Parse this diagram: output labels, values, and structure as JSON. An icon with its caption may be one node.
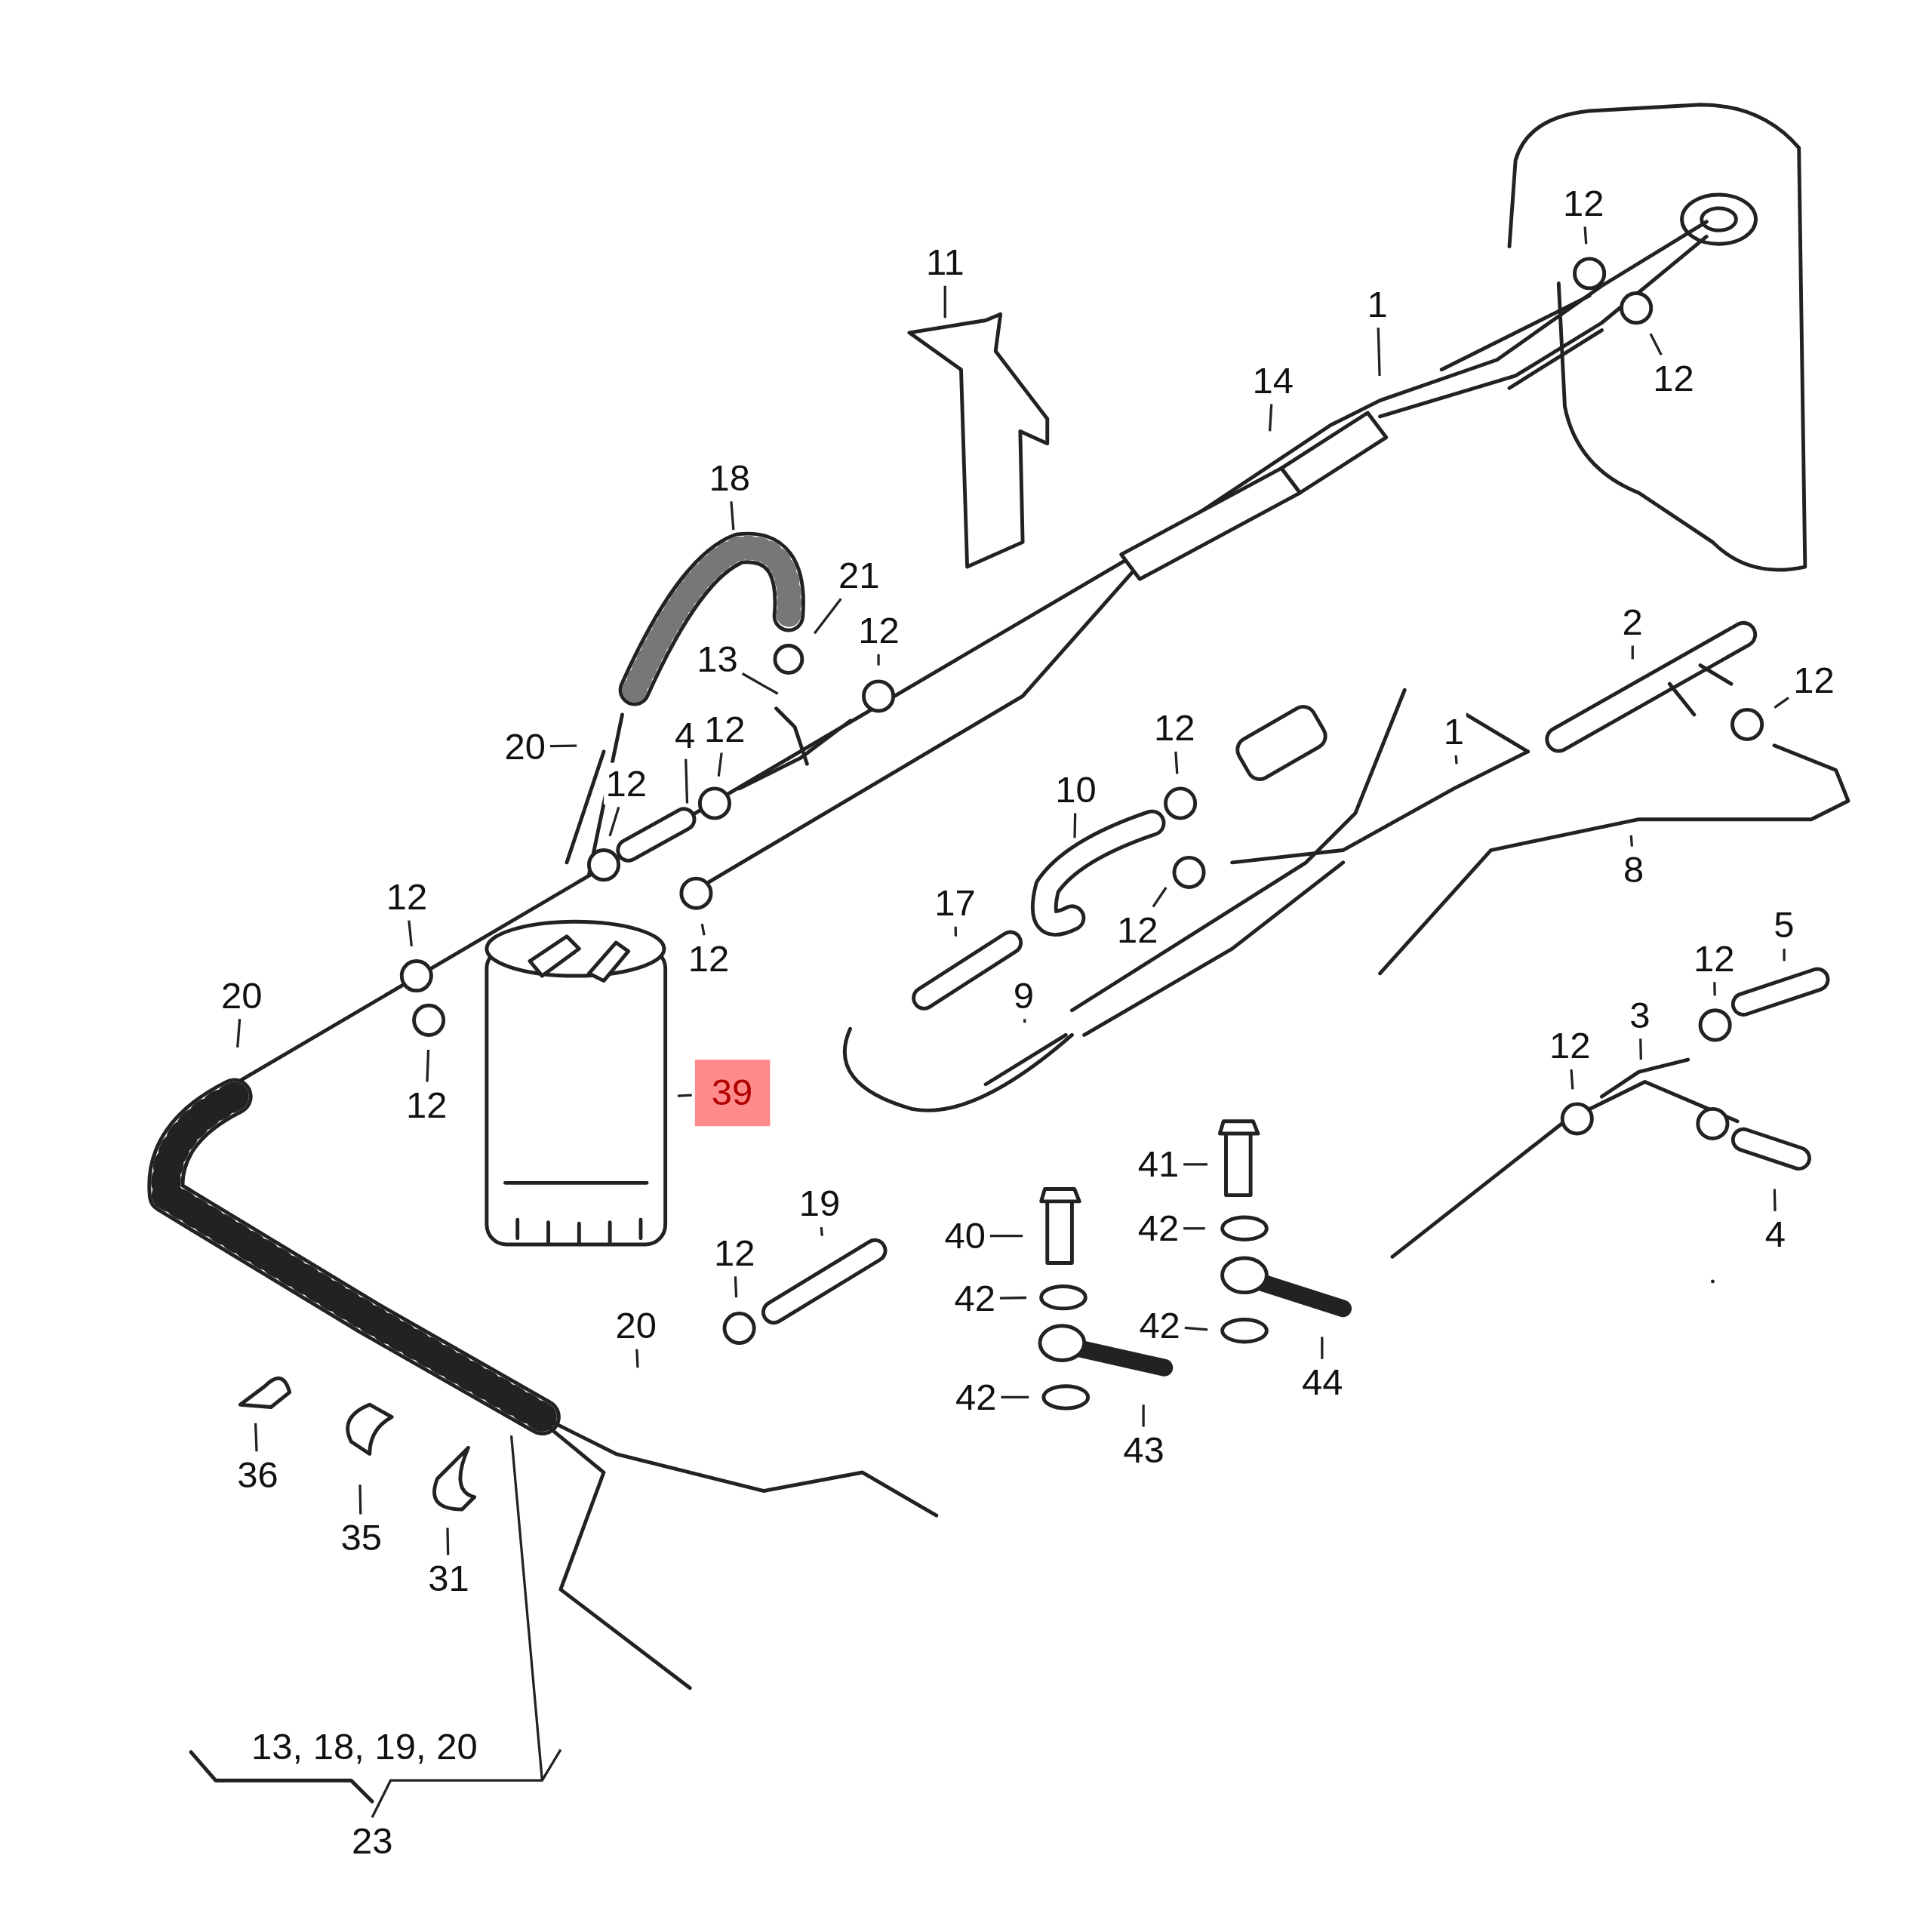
{
  "diagram": {
    "nodes": [
      {
        "text": [
          "11"
        ]
      },
      {
        "text": [
          "12"
        ]
      },
      {
        "text": [
          "1"
        ]
      },
      {
        "text": [
          "12"
        ]
      },
      {
        "text": [
          "14"
        ]
      },
      {
        "text": [
          "18"
        ]
      },
      {
        "text": [
          "21"
        ]
      },
      {
        "text": [
          "12"
        ]
      },
      {
        "text": [
          "13"
        ]
      },
      {
        "text": [
          "2"
        ]
      },
      {
        "text": [
          "12"
        ]
      },
      {
        "text": [
          "20"
        ]
      },
      {
        "text": [
          "4"
        ]
      },
      {
        "text": [
          "12"
        ]
      },
      {
        "text": [
          "12"
        ]
      },
      {
        "text": [
          "1"
        ]
      },
      {
        "text": [
          "12"
        ]
      },
      {
        "text": [
          "10"
        ]
      },
      {
        "text": [
          "8"
        ]
      },
      {
        "text": [
          "12"
        ]
      },
      {
        "text": [
          "17"
        ]
      },
      {
        "text": [
          "12"
        ]
      },
      {
        "text": [
          "5"
        ]
      },
      {
        "text": [
          "12"
        ]
      },
      {
        "text": [
          "20"
        ]
      },
      {
        "text": [
          "9"
        ]
      },
      {
        "text": [
          "3"
        ]
      },
      {
        "text": [
          "12"
        ]
      },
      {
        "text": [
          "39"
        ]
      },
      {
        "text": [
          "12"
        ]
      },
      {
        "text": [
          "41"
        ]
      },
      {
        "text": [
          "19"
        ]
      },
      {
        "text": [
          "12"
        ]
      },
      {
        "text": [
          "4"
        ]
      },
      {
        "text": [
          "42"
        ]
      },
      {
        "text": [
          "40"
        ]
      },
      {
        "text": [
          "12"
        ]
      },
      {
        "text": [
          "42"
        ]
      },
      {
        "text": [
          "20"
        ]
      },
      {
        "text": [
          "42"
        ]
      },
      {
        "text": [
          "44"
        ]
      },
      {
        "text": [
          "42"
        ]
      },
      {
        "text": [
          "43"
        ]
      },
      {
        "text": [
          "36"
        ]
      },
      {
        "text": [
          "35"
        ]
      },
      {
        "text": [
          "31"
        ]
      },
      {
        "text": [
          "23"
        ]
      }
    ],
    "edges": [
      {
        "from": 0,
        "to": null,
        "arrow": "none"
      },
      {
        "from": 1,
        "to": null,
        "arrow": "none"
      },
      {
        "from": 2,
        "to": null,
        "arrow": "none"
      },
      {
        "from": 3,
        "to": null,
        "arrow": "none"
      },
      {
        "from": 4,
        "to": null,
        "arrow": "none"
      },
      {
        "from": 5,
        "to": null,
        "arrow": "none"
      },
      {
        "from": 6,
        "to": null,
        "arrow": "none"
      },
      {
        "from": 7,
        "to": null,
        "arrow": "none"
      },
      {
        "from": 8,
        "to": null,
        "arrow": "none"
      },
      {
        "from": 9,
        "to": null,
        "arrow": "none"
      },
      {
        "from": 10,
        "to": null,
        "arrow": "none"
      },
      {
        "from": 11,
        "to": null,
        "arrow": "none"
      },
      {
        "from": 12,
        "to": null,
        "arrow": "none"
      },
      {
        "from": 13,
        "to": null,
        "arrow": "none"
      },
      {
        "from": 14,
        "to": null,
        "arrow": "none"
      },
      {
        "from": 15,
        "to": null,
        "arrow": "none"
      },
      {
        "from": 16,
        "to": null,
        "arrow": "none"
      },
      {
        "from": 17,
        "to": null,
        "arrow": "none"
      },
      {
        "from": 18,
        "to": null,
        "arrow": "none"
      },
      {
        "from": 19,
        "to": null,
        "arrow": "none"
      },
      {
        "from": 20,
        "to": null,
        "arrow": "none"
      },
      {
        "from": 21,
        "to": null,
        "arrow": "none"
      },
      {
        "from": 22,
        "to": null,
        "arrow": "none"
      },
      {
        "from": 23,
        "to": null,
        "arrow": "none"
      },
      {
        "from": 24,
        "to": null,
        "arrow": "none"
      },
      {
        "from": 25,
        "to": null,
        "arrow": "none"
      },
      {
        "from": 26,
        "to": null,
        "arrow": "none"
      },
      {
        "from": 27,
        "to": null,
        "arrow": "none"
      },
      {
        "from": 28,
        "to": null,
        "arrow": "none"
      },
      {
        "from": 29,
        "to": null,
        "arrow": "none"
      },
      {
        "from": 30,
        "to": null,
        "arrow": "none"
      },
      {
        "from": 31,
        "to": null,
        "arrow": "none"
      },
      {
        "from": 32,
        "to": null,
        "arrow": "none"
      },
      {
        "from": 33,
        "to": null,
        "arrow": "none"
      },
      {
        "from": 34,
        "to": null,
        "arrow": "none"
      },
      {
        "from": 35,
        "to": null,
        "arrow": "none"
      },
      {
        "from": 36,
        "to": null,
        "arrow": "none"
      },
      {
        "from": 37,
        "to": null,
        "arrow": "none"
      },
      {
        "from": 38,
        "to": null,
        "arrow": "none"
      },
      {
        "from": 39,
        "to": null,
        "arrow": "none"
      },
      {
        "from": 40,
        "to": null,
        "arrow": "none"
      },
      {
        "from": 41,
        "to": null,
        "arrow": "none"
      },
      {
        "from": 42,
        "to": null,
        "arrow": "none"
      },
      {
        "from": 43,
        "to": null,
        "arrow": "none"
      },
      {
        "from": 44,
        "to": null,
        "arrow": "none"
      },
      {
        "from": 45,
        "to": null,
        "arrow": "none"
      },
      {
        "from": 46,
        "to": null,
        "arrow": "none"
      }
    ],
    "labels": [
      "13, 18, 19, 20"
    ]
  }
}
